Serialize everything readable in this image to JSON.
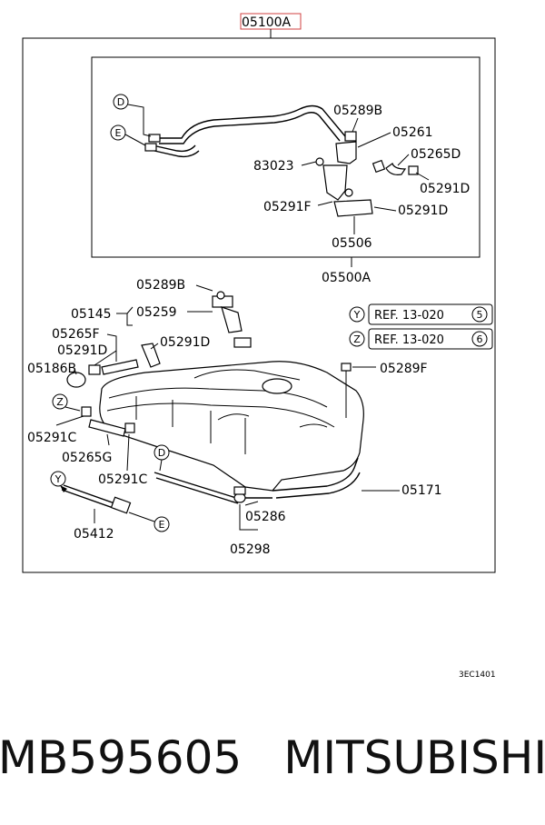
{
  "diagram": {
    "assembly_label": "05100A",
    "subassembly_label": "05500A",
    "drawing_code": "3EC1401",
    "labels": {
      "p05289B_top": "05289B",
      "p05261": "05261",
      "p05265D": "05265D",
      "p83023": "83023",
      "p05291D_right": "05291D",
      "p05291F": "05291F",
      "p05291D_inner": "05291D",
      "p05506": "05506",
      "p05289B_mid": "05289B",
      "p05145": "05145",
      "p05259": "05259",
      "p05265F": "05265F",
      "p05291D_left": "05291D",
      "p05291D_center": "05291D",
      "p05186B": "05186B",
      "p05289F": "05289F",
      "p05291C_left": "05291C",
      "p05265G": "05265G",
      "p05291C_bottom": "05291C",
      "p05171": "05171",
      "p05286": "05286",
      "p05298": "05298",
      "p05412": "05412"
    },
    "references": {
      "y_ref": "REF. 13-020",
      "y_num": "5",
      "z_ref": "REF. 13-020",
      "z_num": "6"
    },
    "markers": {
      "D_top": "D",
      "E_top": "E",
      "Y_ref": "Y",
      "Z_ref": "Z",
      "Z_left": "Z",
      "D_mid": "D",
      "Y_left": "Y",
      "E_bottom": "E"
    }
  },
  "footer": {
    "part_number": "MB595605",
    "brand": "MITSUBISHI"
  }
}
